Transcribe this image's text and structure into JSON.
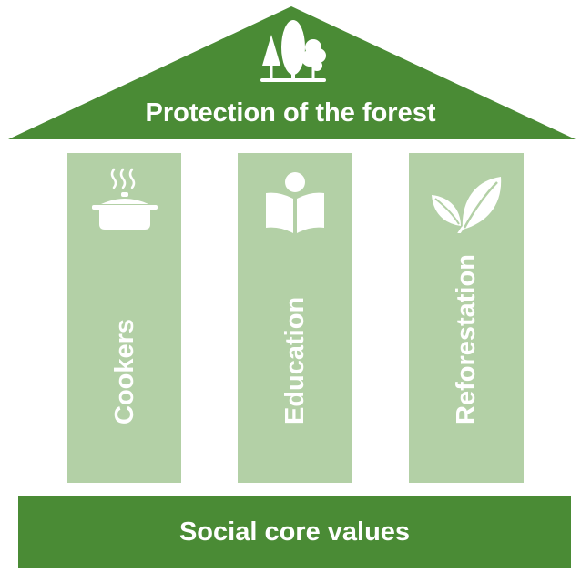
{
  "roof": {
    "title": "Protection of the forest",
    "icon": "trees-icon"
  },
  "pillars": [
    {
      "label": "Cookers",
      "icon": "cooking-pot-icon"
    },
    {
      "label": "Education",
      "icon": "reading-person-icon"
    },
    {
      "label": "Reforestation",
      "icon": "leaves-icon"
    }
  ],
  "base": {
    "label": "Social core values"
  },
  "colors": {
    "dark_green": "#4a8b35",
    "light_green": "#b3d0a6",
    "white": "#ffffff"
  }
}
